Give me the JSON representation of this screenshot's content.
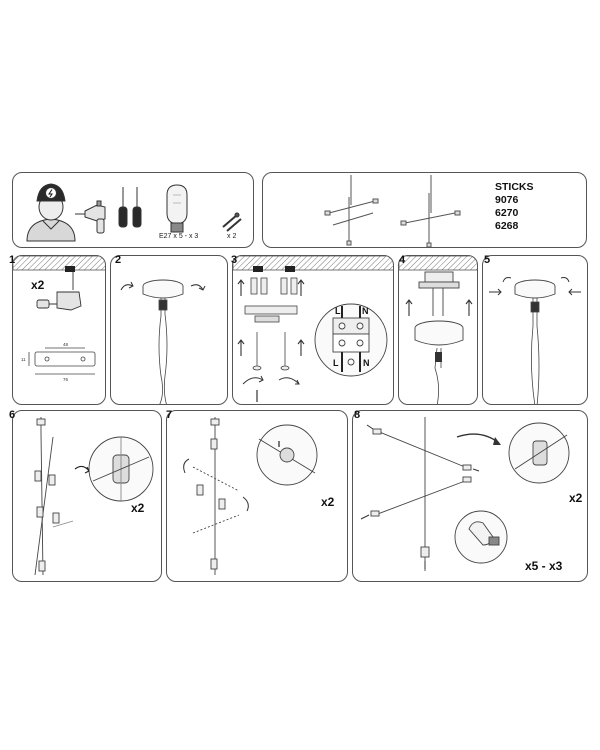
{
  "tools_panel": {
    "bulb_spec": "E27 x 5 - x 3",
    "screw_qty": "x 2"
  },
  "product": {
    "name": "STICKS",
    "codes": [
      "9076",
      "6270",
      "6268"
    ]
  },
  "steps": [
    {
      "num": "1",
      "multiplier": "x2",
      "dims": [
        "48",
        "76",
        "11"
      ]
    },
    {
      "num": "2"
    },
    {
      "num": "3",
      "terminals": {
        "left": "L",
        "right": "N"
      }
    },
    {
      "num": "4"
    },
    {
      "num": "5"
    },
    {
      "num": "6",
      "multiplier": "x2"
    },
    {
      "num": "7",
      "multiplier": "x2"
    },
    {
      "num": "8",
      "multipliers": [
        "x2",
        "x5 - x3"
      ]
    }
  ]
}
